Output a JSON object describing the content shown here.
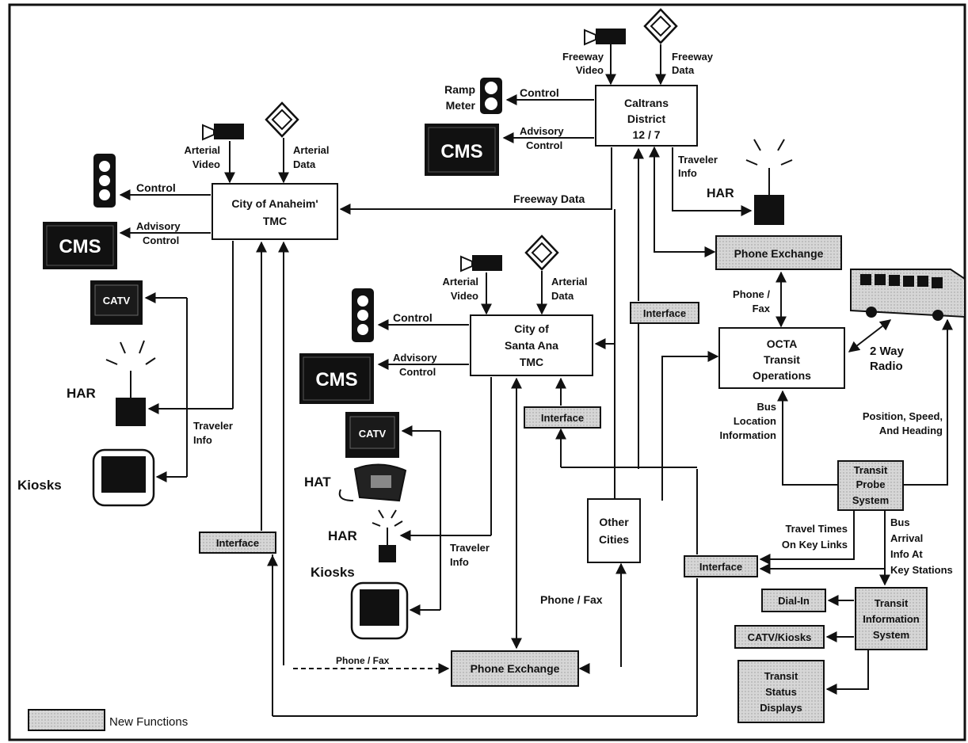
{
  "caltrans": {
    "l1": "Caltrans",
    "l2": "District",
    "l3": "12 / 7"
  },
  "freeway_video": {
    "l1": "Freeway",
    "l2": "Video"
  },
  "freeway_data_top": {
    "l1": "Freeway",
    "l2": "Data"
  },
  "ramp_meter": {
    "l1": "Ramp",
    "l2": "Meter"
  },
  "control": "Control",
  "advisory": {
    "l1": "Advisory",
    "l2": "Control"
  },
  "cms": "CMS",
  "traveler_info_top": {
    "l1": "Traveler",
    "l2": "Info"
  },
  "har": "HAR",
  "anaheim": {
    "l1": "City of Anaheim'",
    "l2": "TMC"
  },
  "arterial_video": {
    "l1": "Arterial",
    "l2": "Video"
  },
  "arterial_data": {
    "l1": "Arterial",
    "l2": "Data"
  },
  "freeway_data": "Freeway Data",
  "catv": "CATV",
  "traveler_info": {
    "l1": "Traveler",
    "l2": "Info"
  },
  "kiosks": "Kiosks",
  "interface": "Interface",
  "santa_ana": {
    "l1": "City of",
    "l2": "Santa Ana",
    "l3": "TMC"
  },
  "hat": "HAT",
  "phone_exchange": "Phone Exchange",
  "phone_exchange_bottom": "Phone Exchange",
  "phone_fax": "Phone / Fax",
  "phone_fax_top": {
    "l1": "Phone /",
    "l2": "Fax"
  },
  "octa": {
    "l1": "OCTA",
    "l2": "Transit",
    "l3": "Operations"
  },
  "radio": {
    "l1": "2 Way",
    "l2": "Radio"
  },
  "bus_location": {
    "l1": "Bus",
    "l2": "Location",
    "l3": "Information"
  },
  "position": {
    "l1": "Position, Speed,",
    "l2": "And Heading"
  },
  "probe": {
    "l1": "Transit",
    "l2": "Probe",
    "l3": "System"
  },
  "other_cities": {
    "l1": "Other",
    "l2": "Cities"
  },
  "travel_times": {
    "l1": "Travel Times",
    "l2": "On Key Links"
  },
  "bus_arrival": {
    "l1": "Bus",
    "l2": "Arrival",
    "l3": "Info At",
    "l4": "Key Stations"
  },
  "dial_in": "Dial-In",
  "catv_kiosks": "CATV/Kiosks",
  "tis": {
    "l1": "Transit",
    "l2": "Information",
    "l3": "System"
  },
  "tsd": {
    "l1": "Transit",
    "l2": "Status",
    "l3": "Displays"
  },
  "legend": "New Functions",
  "colors": {
    "ink": "#111111",
    "new_fill": "#d4d4d4",
    "cms_bg": "#111111"
  }
}
